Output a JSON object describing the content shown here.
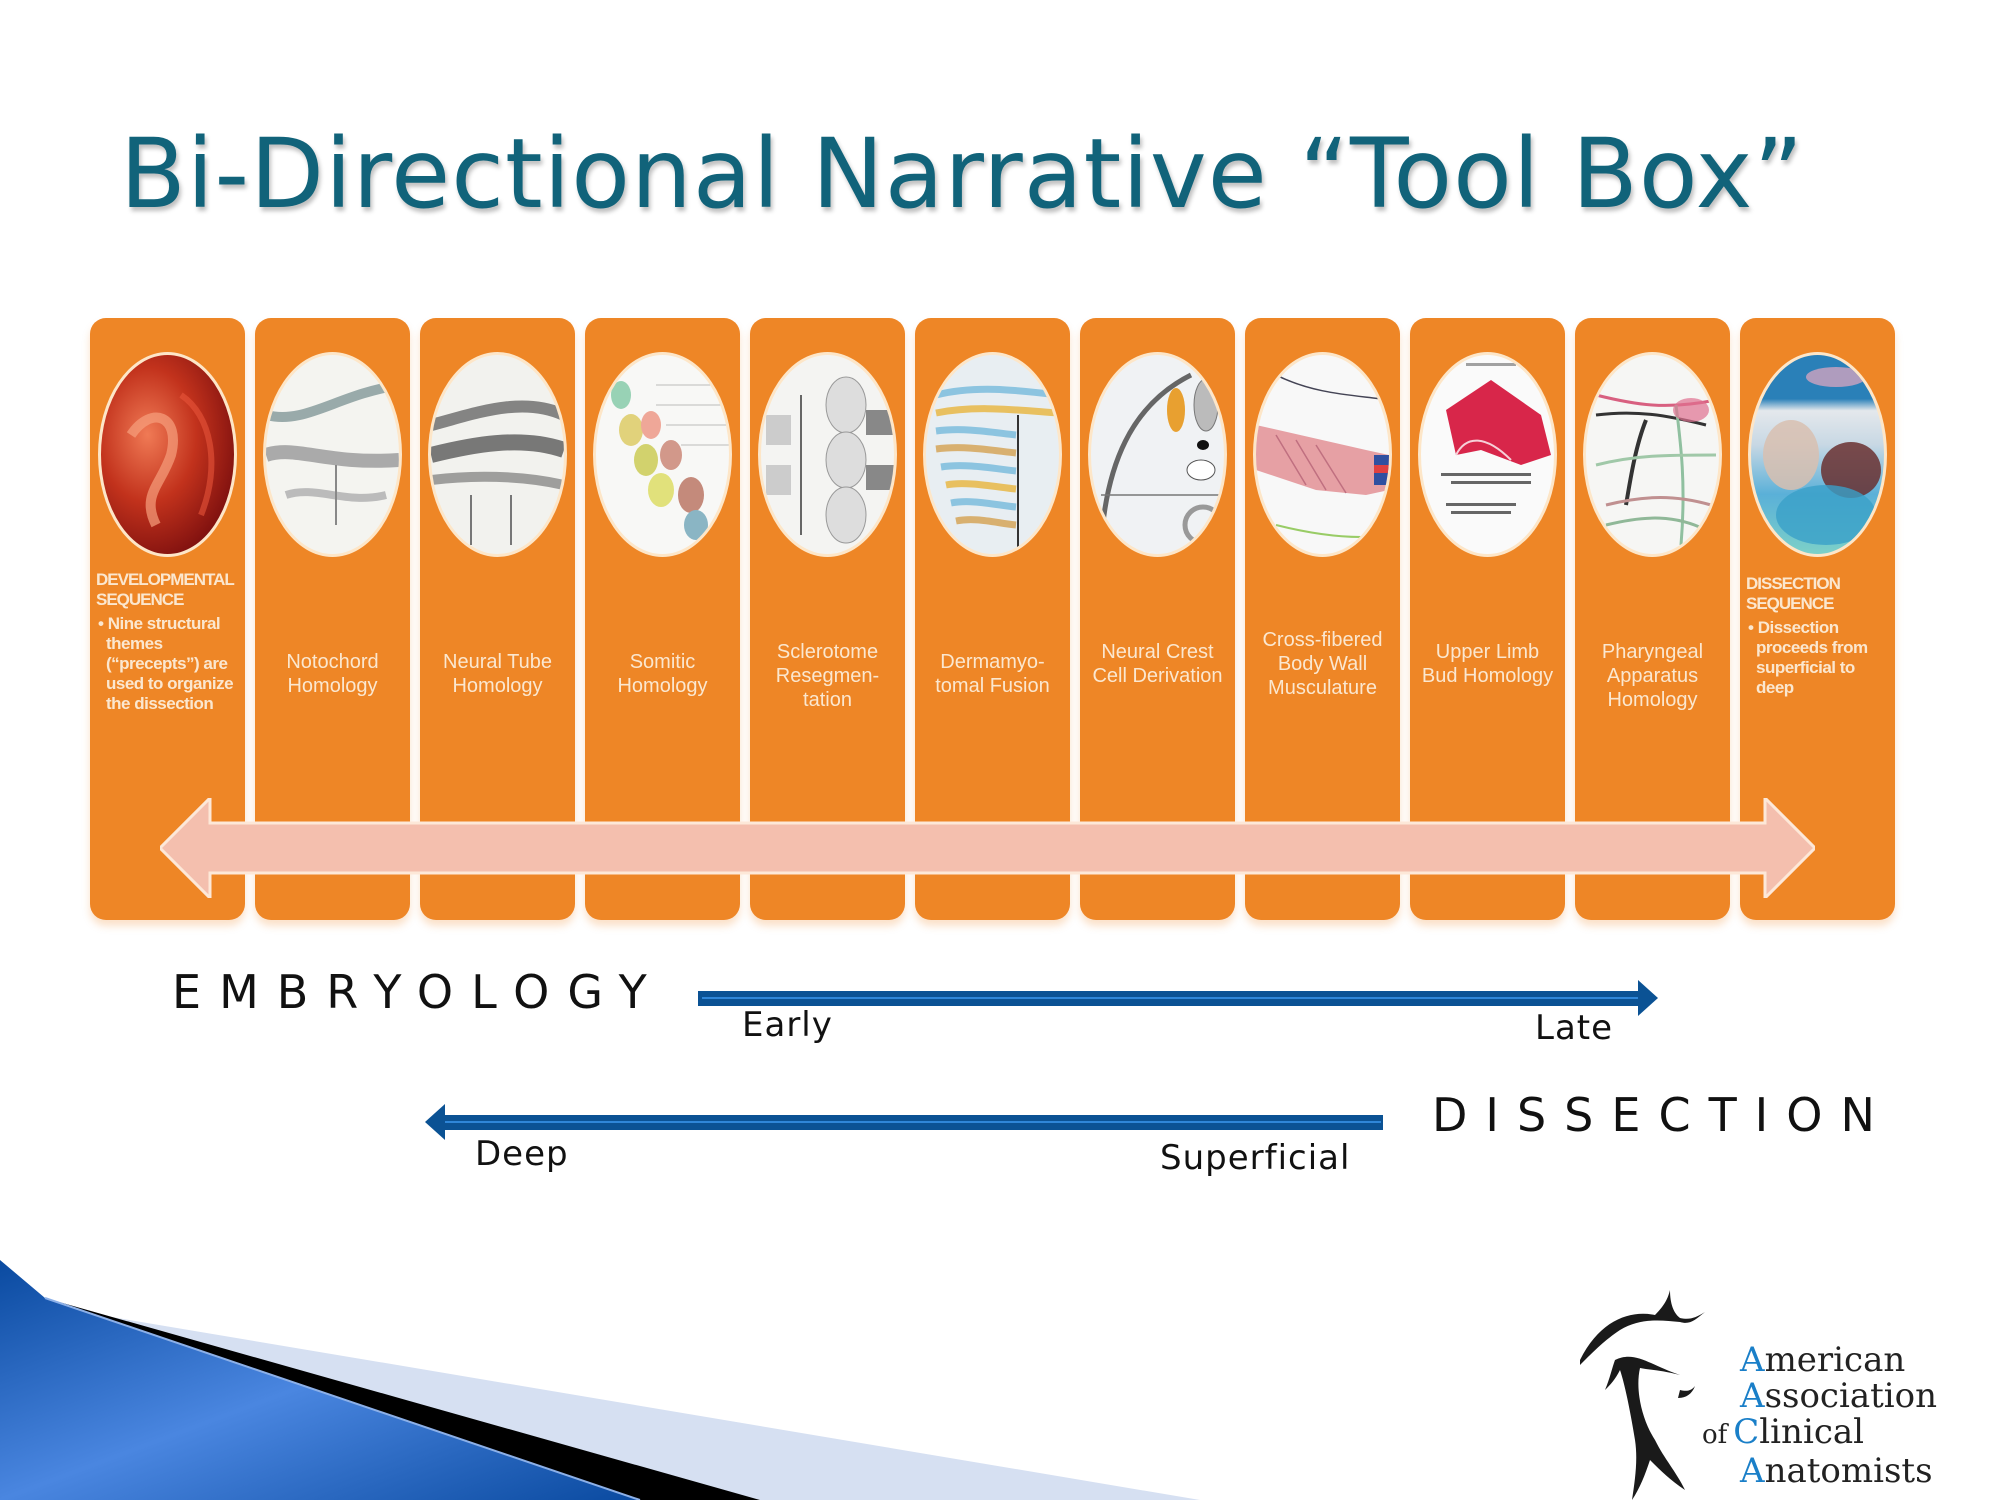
{
  "slide": {
    "title": "Bi-Directional Narrative “Tool Box”",
    "colors": {
      "title": "#11637a",
      "panel": "#ee8626",
      "panel_text": "#fbe7cf",
      "big_arrow": "#f4bfae",
      "axis_arrow": "#0b5294",
      "logo_accent": "#1a7fc8"
    }
  },
  "panels": [
    {
      "id": "developmental",
      "image": "embryo-photo",
      "header": "DEVELOPMENTAL SEQUENCE",
      "bullet": "Nine structural themes (“precepts”) are used to organize the dissection"
    },
    {
      "id": "notochord",
      "image": "notochord-illustration",
      "label": "Notochord Homology"
    },
    {
      "id": "neural-tube",
      "image": "neural-tube-illustration",
      "label": "Neural Tube Homology"
    },
    {
      "id": "somitic",
      "image": "somites-illustration",
      "label": "Somitic Homology"
    },
    {
      "id": "sclerotome",
      "image": "sclerotome-illustration",
      "label": "Sclerotome Resegmen-tation"
    },
    {
      "id": "dermamyotomal",
      "image": "dermatome-illustration",
      "label": "Dermamyo-tomal Fusion"
    },
    {
      "id": "neural-crest",
      "image": "neural-crest-illustration",
      "label": "Neural Crest Cell Derivation"
    },
    {
      "id": "body-wall",
      "image": "body-wall-muscle-illustration",
      "label": "Cross-fibered Body Wall Musculature"
    },
    {
      "id": "upper-limb",
      "image": "limb-bud-illustration",
      "label": "Upper Limb Bud Homology"
    },
    {
      "id": "pharyngeal",
      "image": "pharyngeal-illustration",
      "label": "Pharyngeal Apparatus Homology"
    },
    {
      "id": "dissection",
      "image": "dissection-photo",
      "header": "DISSECTION SEQUENCE",
      "bullet": "Dissection proceeds from superficial to deep"
    }
  ],
  "embryology_axis": {
    "title": "EMBRYOLOGY",
    "start": "Early",
    "end": "Late",
    "direction": "right"
  },
  "dissection_axis": {
    "title": "DISSECTION",
    "start": "Superficial",
    "end": "Deep",
    "direction": "left"
  },
  "logo": {
    "lines": [
      {
        "cap": "A",
        "rest": "merican"
      },
      {
        "cap": "A",
        "rest": "ssociation"
      },
      {
        "prefix": "of",
        "cap": "C",
        "rest": "linical"
      },
      {
        "cap": "A",
        "rest": "natomists"
      }
    ]
  }
}
